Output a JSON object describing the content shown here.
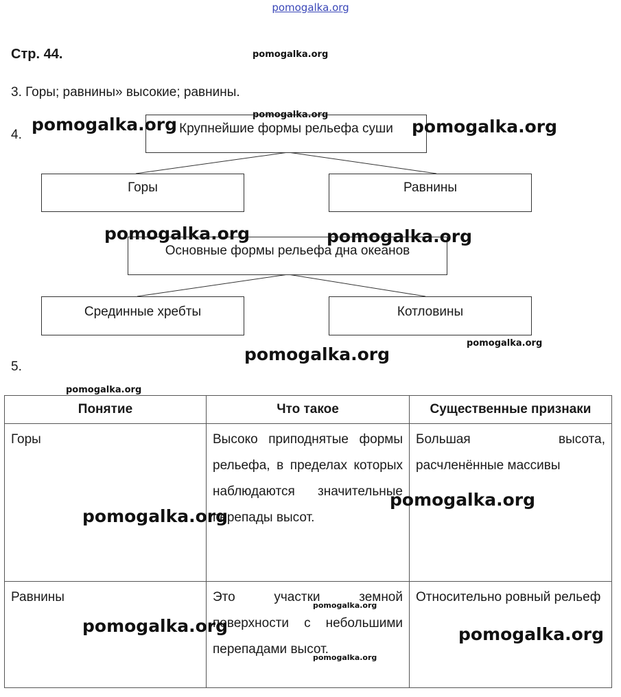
{
  "header": {
    "site_link": "pomogalka.org"
  },
  "page_label": "Стр. 44.",
  "task3": {
    "number": "3.",
    "text": "Горы; равнины» высокие; равнины."
  },
  "task4": {
    "number": "4.",
    "diagram1": {
      "root": "Крупнейшие формы рельефа суши",
      "left": "Горы",
      "right": "Равнины"
    },
    "diagram2": {
      "root": "Основные формы рельефа дна океанов",
      "left": "Срединные хребты",
      "right": "Котловины"
    }
  },
  "task5": {
    "number": "5.",
    "headers": [
      "Понятие",
      "Что такое",
      "Существенные признаки"
    ],
    "rows": [
      {
        "concept": "Горы",
        "definition": "Высоко приподнятые формы рельефа, в пределах которых наблюдаются значительные перепады высот.",
        "features": "Большая высота, расчленённые массивы"
      },
      {
        "concept": "Равнины",
        "definition": "Это участки земной поверхности с небольшими перепадами высот.",
        "features": "Относительно ровный рельеф"
      }
    ]
  },
  "watermark": "pomogalka.org"
}
